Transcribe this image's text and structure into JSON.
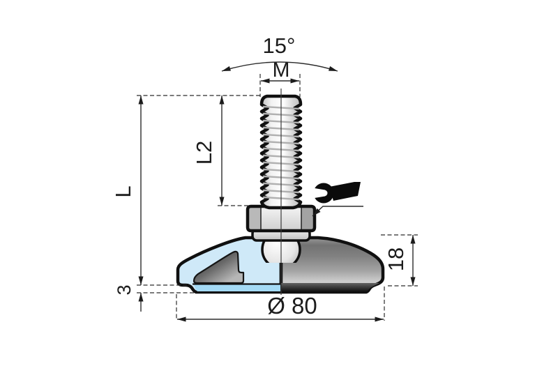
{
  "drawing": {
    "labels": {
      "angle": "15°",
      "thread_size": "M",
      "thread_length": "L2",
      "overall_length": "L",
      "pad_thickness": "3",
      "base_diameter": "Ø 80",
      "base_height": "18"
    },
    "icons": [
      {
        "name": "wrench-icon"
      }
    ],
    "colors": {
      "background": "#ffffff",
      "outline": "#101010",
      "dimension_lines": "#2b2b2b",
      "section_body_blue": "#cfe9f8",
      "section_pad_blue": "#a4daf5",
      "dome_gray_dark": "#757575",
      "dome_gray_light": "#d8d8d8",
      "pad_dark": "#101010",
      "metal_light": "#f5f5f5"
    }
  }
}
